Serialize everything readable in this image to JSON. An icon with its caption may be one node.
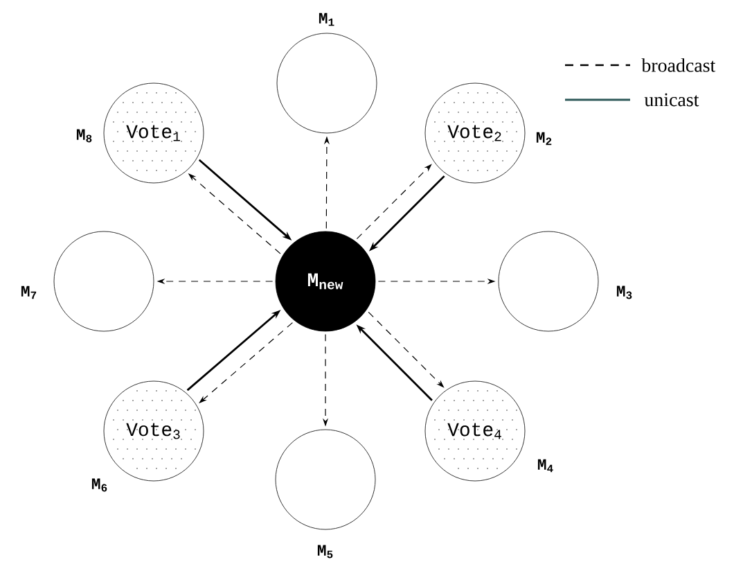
{
  "diagram": {
    "nodes": [
      {
        "text": [],
        "shape": "circle",
        "beside": [
          "M$_{1}$"
        ]
      },
      {
        "text": [
          "Vote$_{1}$"
        ],
        "beside": [
          "M$_{8}$"
        ]
      },
      {
        "text": [
          "Vote$_{2}$"
        ],
        "beside": [
          "M$_{2}$"
        ]
      },
      {
        "text": [],
        "shape": "circle",
        "beside": [
          "M$_{7}$"
        ]
      },
      {
        "text": [
          "M$_{new}$"
        ]
      },
      {
        "text": [],
        "shape": "circle",
        "beside": [
          "M$_{3}$"
        ]
      },
      {
        "text": [
          "Vote$_{3}$"
        ],
        "beside": [
          "M$_{6}$"
        ]
      },
      {
        "text": [],
        "shape": "circle",
        "beside": [
          "M$_{5}$"
        ]
      },
      {
        "text": [
          "Vote$_{4}$"
        ],
        "beside": [
          "M$_{4}$"
        ]
      }
    ],
    "edges": [
      {
        "from": 4,
        "to": 0,
        "arrow": "to",
        "style": "dashed"
      },
      {
        "from": 4,
        "to": 1,
        "arrow": "to",
        "style": "dashed"
      },
      {
        "from": 1,
        "to": 4,
        "arrow": "to"
      },
      {
        "from": 4,
        "to": 2,
        "arrow": "to",
        "style": "dashed"
      },
      {
        "from": 2,
        "to": 4,
        "arrow": "to"
      },
      {
        "from": 4,
        "to": 3,
        "arrow": "to",
        "style": "dashed"
      },
      {
        "from": 4,
        "to": 5,
        "arrow": "to",
        "style": "dashed"
      },
      {
        "from": 4,
        "to": 6,
        "arrow": "to",
        "style": "dashed"
      },
      {
        "from": 6,
        "to": 4,
        "arrow": "to"
      },
      {
        "from": 4,
        "to": 7,
        "arrow": "to",
        "style": "dashed"
      },
      {
        "from": 4,
        "to": 8,
        "arrow": "to",
        "style": "dashed"
      },
      {
        "from": 8,
        "to": 4,
        "arrow": "to"
      }
    ],
    "legend": [
      {
        "text": "broadcast"
      },
      {
        "text": "unicast"
      }
    ]
  }
}
